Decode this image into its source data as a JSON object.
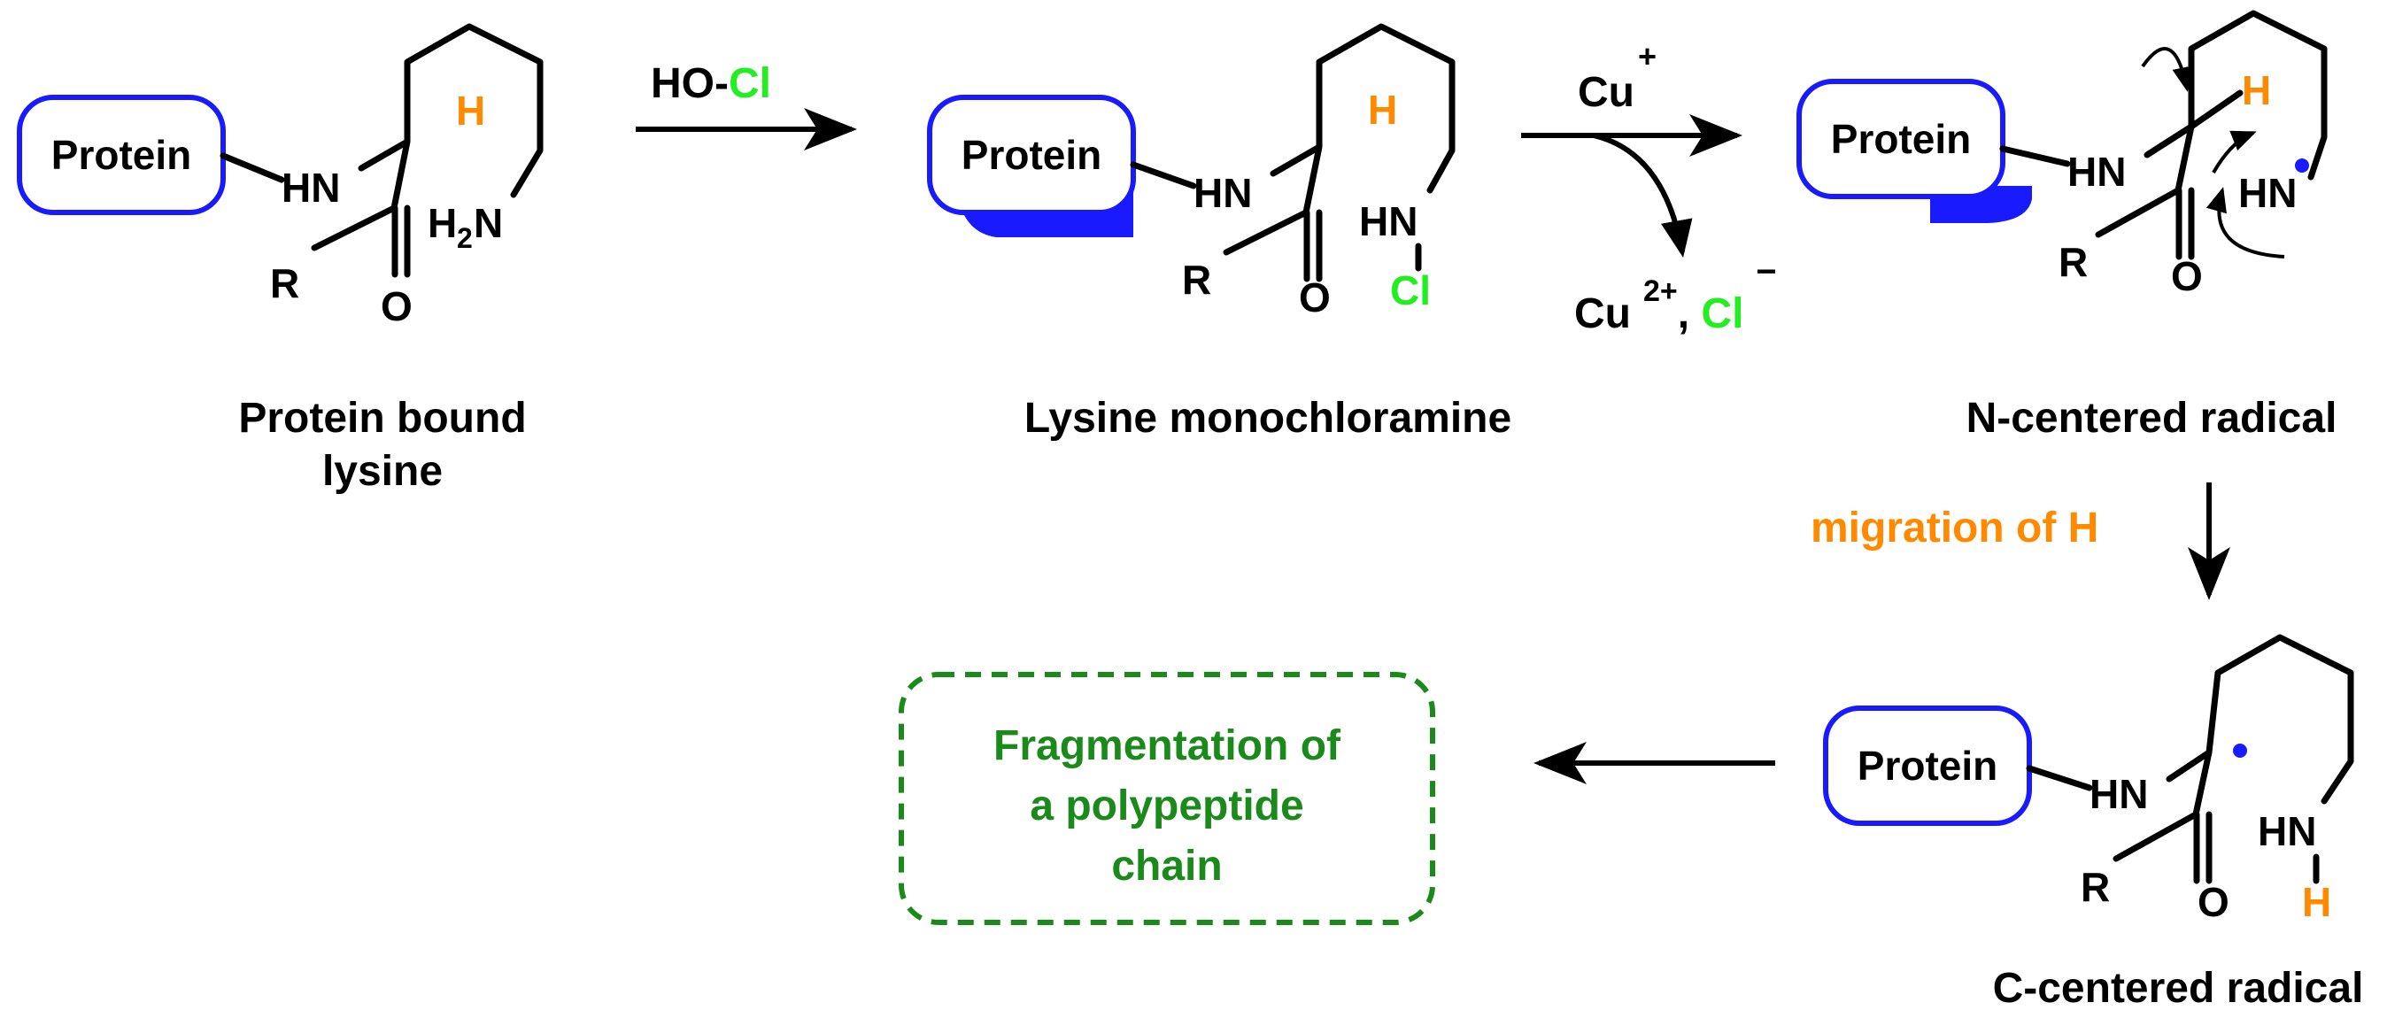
{
  "colors": {
    "protein_border": "#1a1aff",
    "binding_patch": "#1a1aff",
    "hydrogen": "#ff8a00",
    "chlorine": "#22ee22",
    "radical_dot": "#1a1aff",
    "fragmentation": "#1a8a1a"
  },
  "common": {
    "protein": "Protein",
    "hn": "HN",
    "r": "R",
    "o": "O",
    "h": "H",
    "n": "N",
    "h2n_h": "H",
    "h2n_sub": "2",
    "h2n_n": "N"
  },
  "reagents": {
    "hocl_prefix": "HO-",
    "hocl_cl": "Cl",
    "cu_plus_base": "Cu",
    "cu_plus_sup": "+",
    "cu2_base": "Cu",
    "cu2_sup": "2+",
    "cu2_sep": ", ",
    "cl_minus_base": "Cl",
    "cl_minus_sup": "−",
    "migration": "migration of H"
  },
  "structures": {
    "s1_line1": "Protein bound",
    "s1_line2": "lysine",
    "s2_label": "Lysine monochloramine",
    "s2_cl": "Cl",
    "s3_label": "N-centered radical",
    "s4_label": "C-centered radical"
  },
  "fragmentation": {
    "line1": "Fragmentation of",
    "line2": "a polypeptide",
    "line3": "chain"
  }
}
